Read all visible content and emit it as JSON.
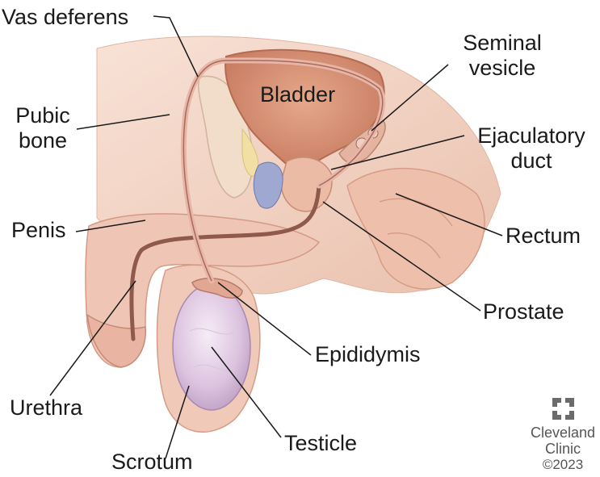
{
  "labels": {
    "vas_deferens": "Vas deferens",
    "bladder": "Bladder",
    "seminal_vesicle_line1": "Seminal",
    "seminal_vesicle_line2": "vesicle",
    "pubic_bone_line1": "Pubic",
    "pubic_bone_line2": "bone",
    "ejaculatory_duct_line1": "Ejaculatory",
    "ejaculatory_duct_line2": "duct",
    "penis": "Penis",
    "rectum": "Rectum",
    "prostate": "Prostate",
    "epididymis": "Epididymis",
    "urethra": "Urethra",
    "testicle": "Testicle",
    "scrotum": "Scrotum"
  },
  "logo": {
    "line1": "Cleveland",
    "line2": "Clinic",
    "year": "©2023"
  },
  "colors": {
    "skin": "#f3d3c3",
    "skin_dark": "#e2b09c",
    "bladder": "#d99377",
    "duct": "#a86a5a",
    "testicle": "#e3cde6",
    "leader_line": "#1a1a1a"
  }
}
